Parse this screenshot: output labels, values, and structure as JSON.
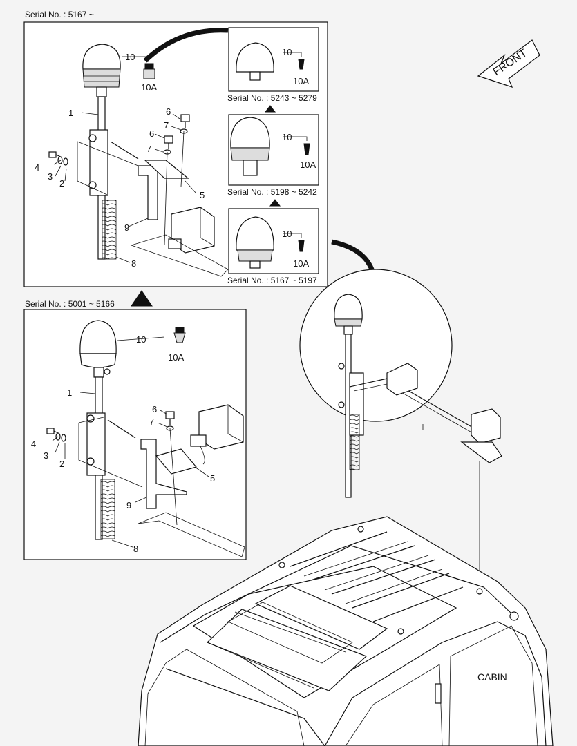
{
  "panel_top": {
    "serial": "Serial No. : 5167 ~",
    "variants": [
      {
        "serial": "Serial No. : 5243 ~ 5279",
        "callout": "10",
        "sub": "10A"
      },
      {
        "serial": "Serial No. : 5198 ~ 5242",
        "callout": "10",
        "sub": "10A"
      },
      {
        "serial": "Serial No. : 5167 ~ 5197",
        "callout": "10",
        "sub": "10A"
      }
    ],
    "callouts": {
      "c10": "10",
      "c10a": "10A",
      "c1": "1",
      "c2": "2",
      "c3": "3",
      "c4": "4",
      "c5": "5",
      "c6a": "6",
      "c6b": "6",
      "c7a": "7",
      "c7b": "7",
      "c8": "8",
      "c9": "9"
    }
  },
  "panel_bottom": {
    "serial": "Serial No. : 5001 ~ 5166",
    "callouts": {
      "c10": "10",
      "c10a": "10A",
      "c1": "1",
      "c2": "2",
      "c3": "3",
      "c4": "4",
      "c5": "5",
      "c6": "6",
      "c7": "7",
      "c8": "8",
      "c9": "9"
    }
  },
  "front_label": "FRONT",
  "cabin_label": "CABIN",
  "colors": {
    "line": "#111111",
    "background": "#f4f4f4",
    "paper": "#ffffff"
  }
}
